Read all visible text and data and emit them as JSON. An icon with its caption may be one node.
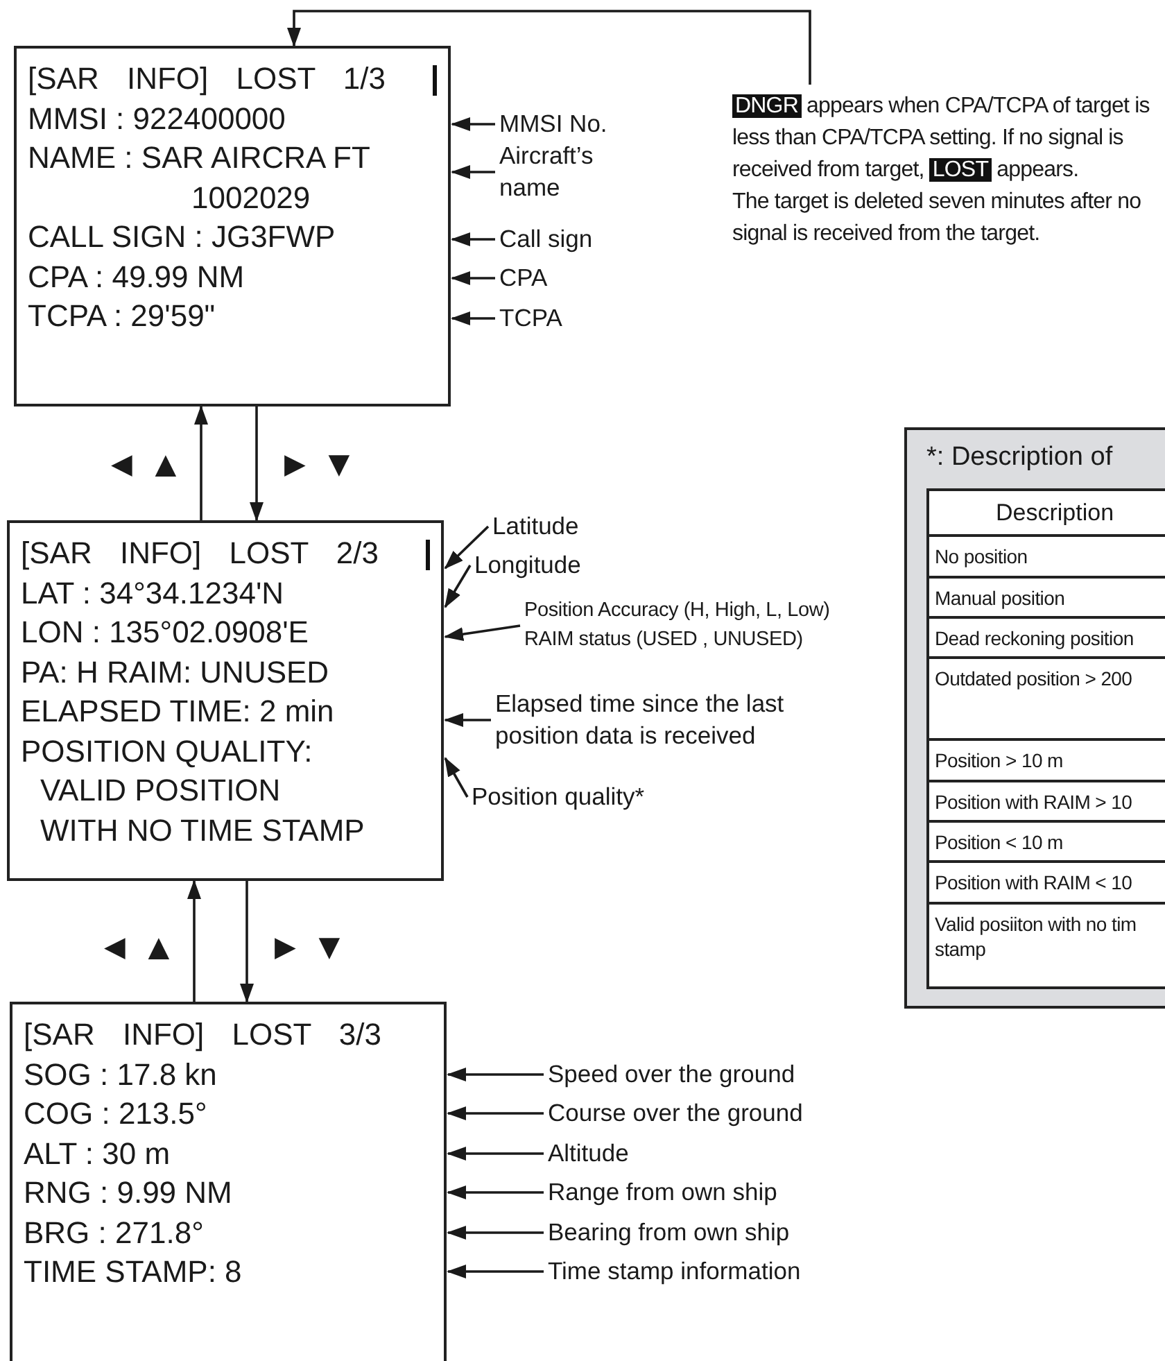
{
  "diagram": {
    "nodes": [
      {
        "text": [
          "[SAR INFO] LOST 1/3",
          "MMSI : 922400000",
          "NAME : SAR AIRCRA FT 1002029",
          "CALL SIGN : JG3FWP",
          "CPA : 49.99 NM",
          "TCPA : 29'59\""
        ]
      },
      {
        "text": [
          "MMSI No."
        ]
      },
      {
        "text": [
          "Aircraft’s name"
        ]
      },
      {
        "text": [
          "Call sign"
        ]
      },
      {
        "text": [
          "CPA"
        ]
      },
      {
        "text": [
          "TCPA"
        ]
      },
      {
        "text": [
          "**DNGR** appears when CPA/TCPA of target is less than CPA/TCPA setting. If no signal is received from target, **LOST** appears.",
          "The target is deleted seven minutes after no signal is received from the target."
        ]
      },
      {
        "text": [
          "[SAR INFO] LOST 2/3",
          "LAT : 34°34.1234'N",
          "LON : 135°02.0908'E",
          "PA: H RAIM: UNUSED",
          "ELAPSED TIME: 2 min",
          "POSITION QUALITY:",
          "VALID POSITION WITH NO TIME STAMP"
        ]
      },
      {
        "text": [
          "Latitude"
        ]
      },
      {
        "text": [
          "Longitude"
        ]
      },
      {
        "text": [
          "Position Accuracy (H, High, L, Low)",
          "RAIM status (USED , UNUSED)"
        ]
      },
      {
        "text": [
          "Elapsed time since the last position data is received"
        ]
      },
      {
        "text": [
          "Position quality*"
        ]
      },
      {
        "text": [
          "*: Description of"
        ]
      },
      {
        "text": [
          "[SAR INFO] LOST 3/3",
          "SOG : 17.8 kn",
          "COG : 213.5°",
          "ALT : 30 m",
          "RNG : 9.99 NM",
          "BRG : 271.8°",
          "TIME STAMP: 8"
        ]
      },
      {
        "text": [
          "Speed over the ground"
        ]
      },
      {
        "text": [
          "Course over the ground"
        ]
      },
      {
        "text": [
          "Altitude"
        ]
      },
      {
        "text": [
          "Range from own ship"
        ]
      },
      {
        "text": [
          "Bearing from own ship"
        ]
      },
      {
        "text": [
          "Time stamp information"
        ]
      }
    ],
    "edges": [
      {
        "from": 6,
        "to": 0,
        "arrow": "to"
      },
      {
        "from": 1,
        "to": 0,
        "arrow": "to"
      },
      {
        "from": 2,
        "to": 0,
        "arrow": "to"
      },
      {
        "from": 3,
        "to": 0,
        "arrow": "to"
      },
      {
        "from": 4,
        "to": 0,
        "arrow": "to"
      },
      {
        "from": 5,
        "to": 0,
        "arrow": "to"
      },
      {
        "from": 7,
        "to": 0,
        "arrow": "to"
      },
      {
        "from": 0,
        "to": 7,
        "arrow": "to"
      },
      {
        "from": 8,
        "to": 7,
        "arrow": "to"
      },
      {
        "from": 9,
        "to": 7,
        "arrow": "to"
      },
      {
        "from": 10,
        "to": 7,
        "arrow": "to"
      },
      {
        "from": 11,
        "to": 7,
        "arrow": "to"
      },
      {
        "from": 12,
        "to": 7,
        "arrow": "to"
      },
      {
        "from": 14,
        "to": 7,
        "arrow": "to"
      },
      {
        "from": 7,
        "to": 14,
        "arrow": "to"
      },
      {
        "from": 15,
        "to": 14,
        "arrow": "to"
      },
      {
        "from": 16,
        "to": 14,
        "arrow": "to"
      },
      {
        "from": 17,
        "to": 14,
        "arrow": "to"
      },
      {
        "from": 18,
        "to": 14,
        "arrow": "to"
      },
      {
        "from": 19,
        "to": 14,
        "arrow": "to"
      },
      {
        "from": 20,
        "to": 14,
        "arrow": "to"
      }
    ],
    "labels": [
      "◀ ▲",
      "▶ ▼",
      "Description",
      "No position",
      "Manual position",
      "Dead reckoning position",
      "Outdated position > 200",
      "Position > 10 m",
      "Position with RAIM > 10",
      "Position < 10 m",
      "Position with RAIM < 10",
      "Valid posiiton with no tim stamp",
      "◀ ▲",
      "▶ ▼"
    ]
  }
}
